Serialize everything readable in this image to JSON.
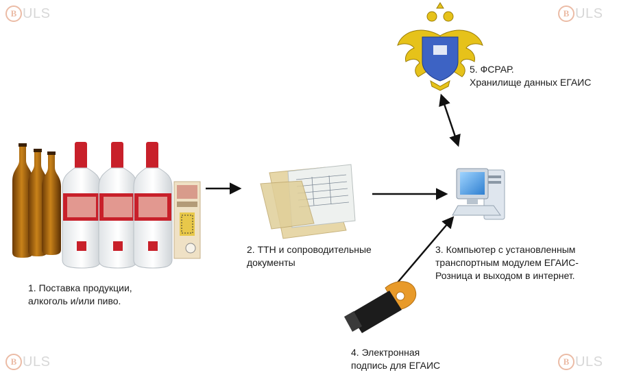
{
  "watermark": {
    "letter": "B",
    "text": "ULS"
  },
  "nodes": {
    "products": {
      "lines": [
        "1. Поставка продукции,",
        "алкоголь и/или пиво."
      ]
    },
    "documents": {
      "lines": [
        "2. ТТН и сопроводительные",
        "документы"
      ]
    },
    "computer": {
      "lines": [
        "3. Компьютер с установленным",
        "транспортным модулем ЕГАИС-",
        "Розница и выходом в интернет."
      ]
    },
    "token": {
      "lines": [
        "4. Электронная",
        "подпись для ЕГАИС"
      ]
    },
    "fsrar": {
      "lines": [
        "5. ФСРАР.",
        "Хранилище данных ЕГАИС"
      ]
    }
  },
  "colors": {
    "arrow": "#111111",
    "beer": "#b5740f",
    "vodka_label": "#c8202a",
    "token_orange": "#e89a2a",
    "eagle_gold": "#e6c21a",
    "monitor_blue": "#3b8fd8"
  },
  "icons": [
    "beer-bottle-icon",
    "vodka-bottle-icon",
    "excise-stamp-icon",
    "documents-icon",
    "computer-icon",
    "usb-token-icon",
    "fsrar-emblem-icon"
  ]
}
